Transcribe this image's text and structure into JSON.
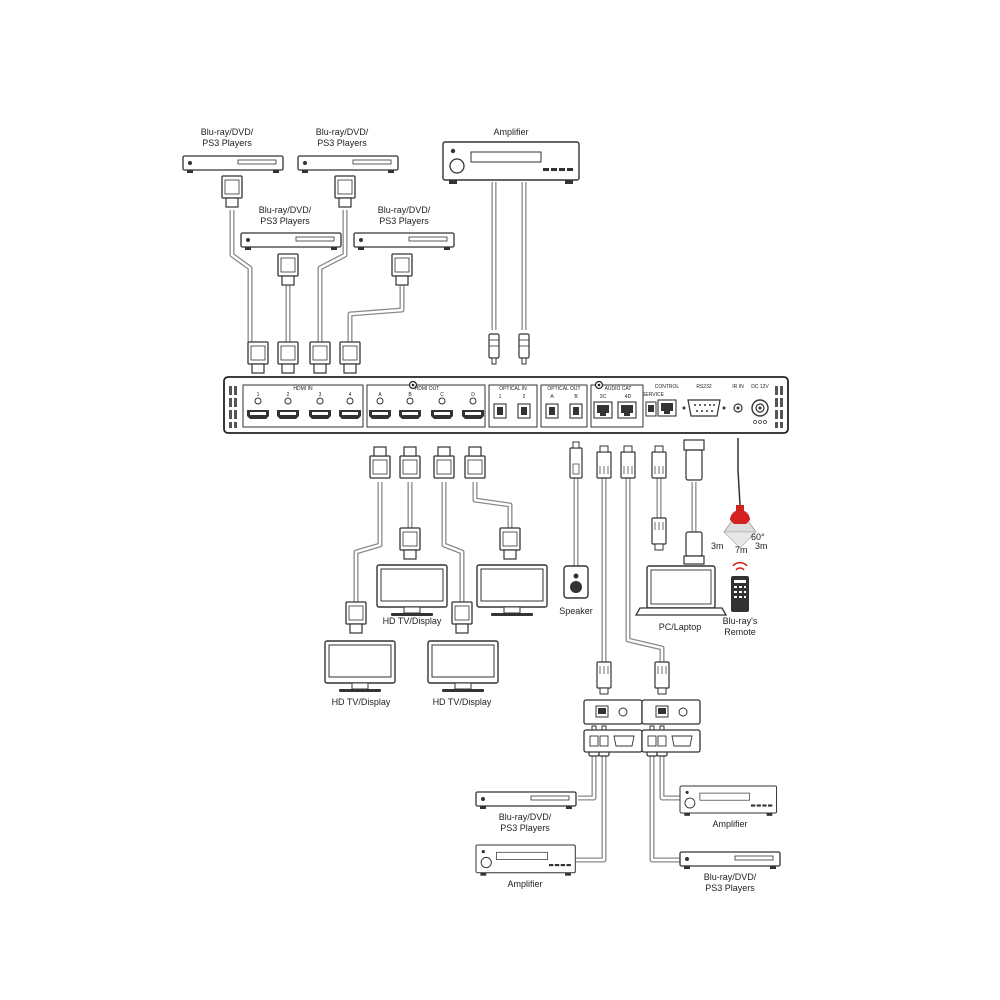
{
  "labels": {
    "player_top_left": [
      "Blu-ray/DVD/",
      "PS3  Players"
    ],
    "player_top_right": [
      "Blu-ray/DVD/",
      "PS3  Players"
    ],
    "player_mid_left": [
      "Blu-ray/DVD/",
      "PS3  Players"
    ],
    "player_mid_right": [
      "Blu-ray/DVD/",
      "PS3  Players"
    ],
    "amplifier_top": "Amplifier",
    "tv_center": "HD TV/Display",
    "tv_bottom_left": "HD TV/Display",
    "tv_bottom_mid": "HD TV/Display",
    "speaker": "Speaker",
    "pc": "PC/Laptop",
    "remote": [
      "Blu-ray's",
      "Remote"
    ],
    "player_bottom_left": [
      "Blu-ray/DVD/",
      "PS3  Players"
    ],
    "amplifier_bottom_left": "Amplifier",
    "amplifier_bottom_right": "Amplifier",
    "player_bottom_right": [
      "Blu-ray/DVD/",
      "PS3  Players"
    ],
    "ir_angle": "60°",
    "ir_left": "3m",
    "ir_center": "7m",
    "ir_right": "3m"
  },
  "panel": {
    "hdmi_in": "HDMI IN",
    "hdmi_in_ports": [
      "1",
      "2",
      "3",
      "4"
    ],
    "hdmi_out": "HDMI OUT",
    "hdmi_out_ports": [
      "A",
      "B",
      "C",
      "D"
    ],
    "optical_in": "OPTICAL IN",
    "optical_in_ports": [
      "1",
      "2"
    ],
    "optical_out": "OPTICAL OUT",
    "optical_out_ports": [
      "A",
      "B"
    ],
    "audio_cat": "AUDIO CAT",
    "audio_cat_ports": [
      "3C",
      "4D"
    ],
    "service": "SERVICE",
    "control": "CONTROL",
    "rs232": "RS232",
    "ir_in": "IR IN",
    "dc": "DC 12V"
  }
}
